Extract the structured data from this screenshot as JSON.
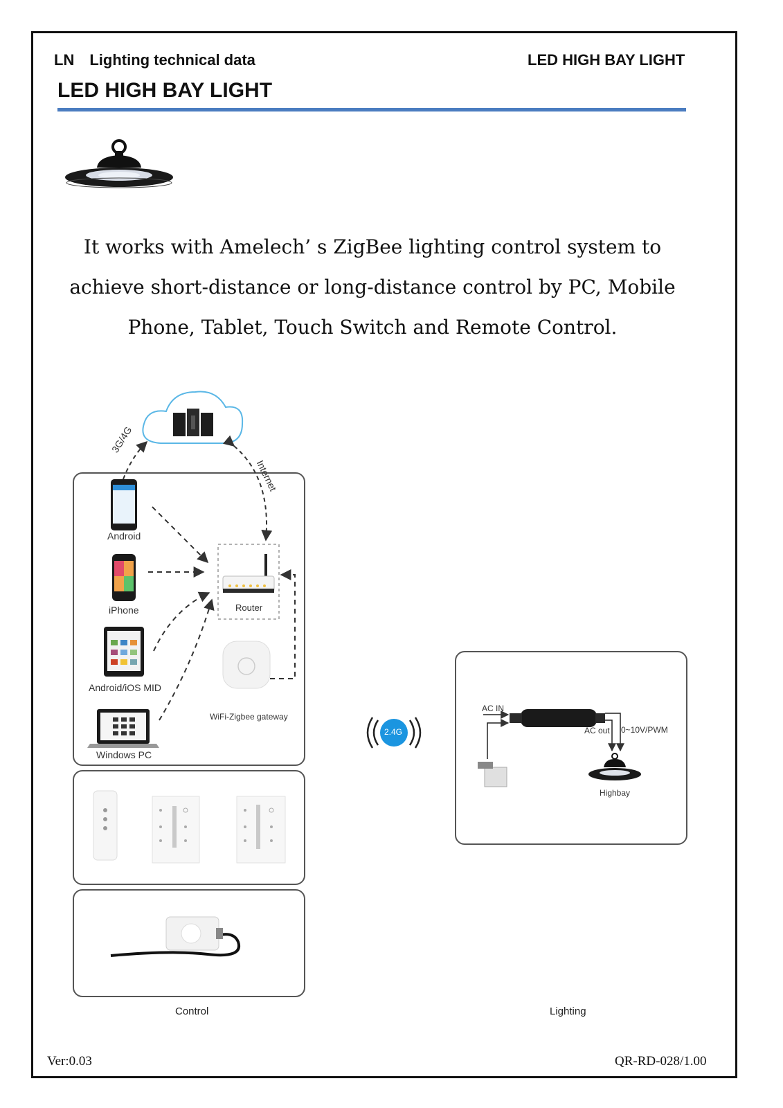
{
  "header": {
    "brand": "LN",
    "doc_type": "Lighting technical data",
    "product_right": "LED HIGH BAY LIGHT",
    "title": "LED HIGH BAY LIGHT"
  },
  "intro": "It works with Amelech’ s ZigBee lighting control system to achieve short-distance or long-distance control by PC, Mobile Phone, Tablet, Touch Switch and Remote Control.",
  "diagram": {
    "link_3g4g": "3G/4G",
    "link_internet": "Internet",
    "devices": {
      "android": "Android",
      "iphone": "iPhone",
      "tablet": "Android/iOS MID",
      "pc": "Windows PC",
      "router": "Router",
      "gateway": "WiFi-Zigbee gateway"
    },
    "wireless_badge": "2.4G",
    "lighting": {
      "ac_in": "AC IN",
      "ac_out": "AC out",
      "dim_signal": "0~10V/PWM",
      "fixture": "Highbay"
    },
    "captions": {
      "control": "Control",
      "lighting": "Lighting"
    }
  },
  "footer": {
    "version": "Ver:0.03",
    "doc_code": "QR-RD-028/1.00"
  },
  "colors": {
    "rule": "#4a7cc0",
    "cloud_outline": "#5ab7e6",
    "badge": "#1b95e0"
  }
}
